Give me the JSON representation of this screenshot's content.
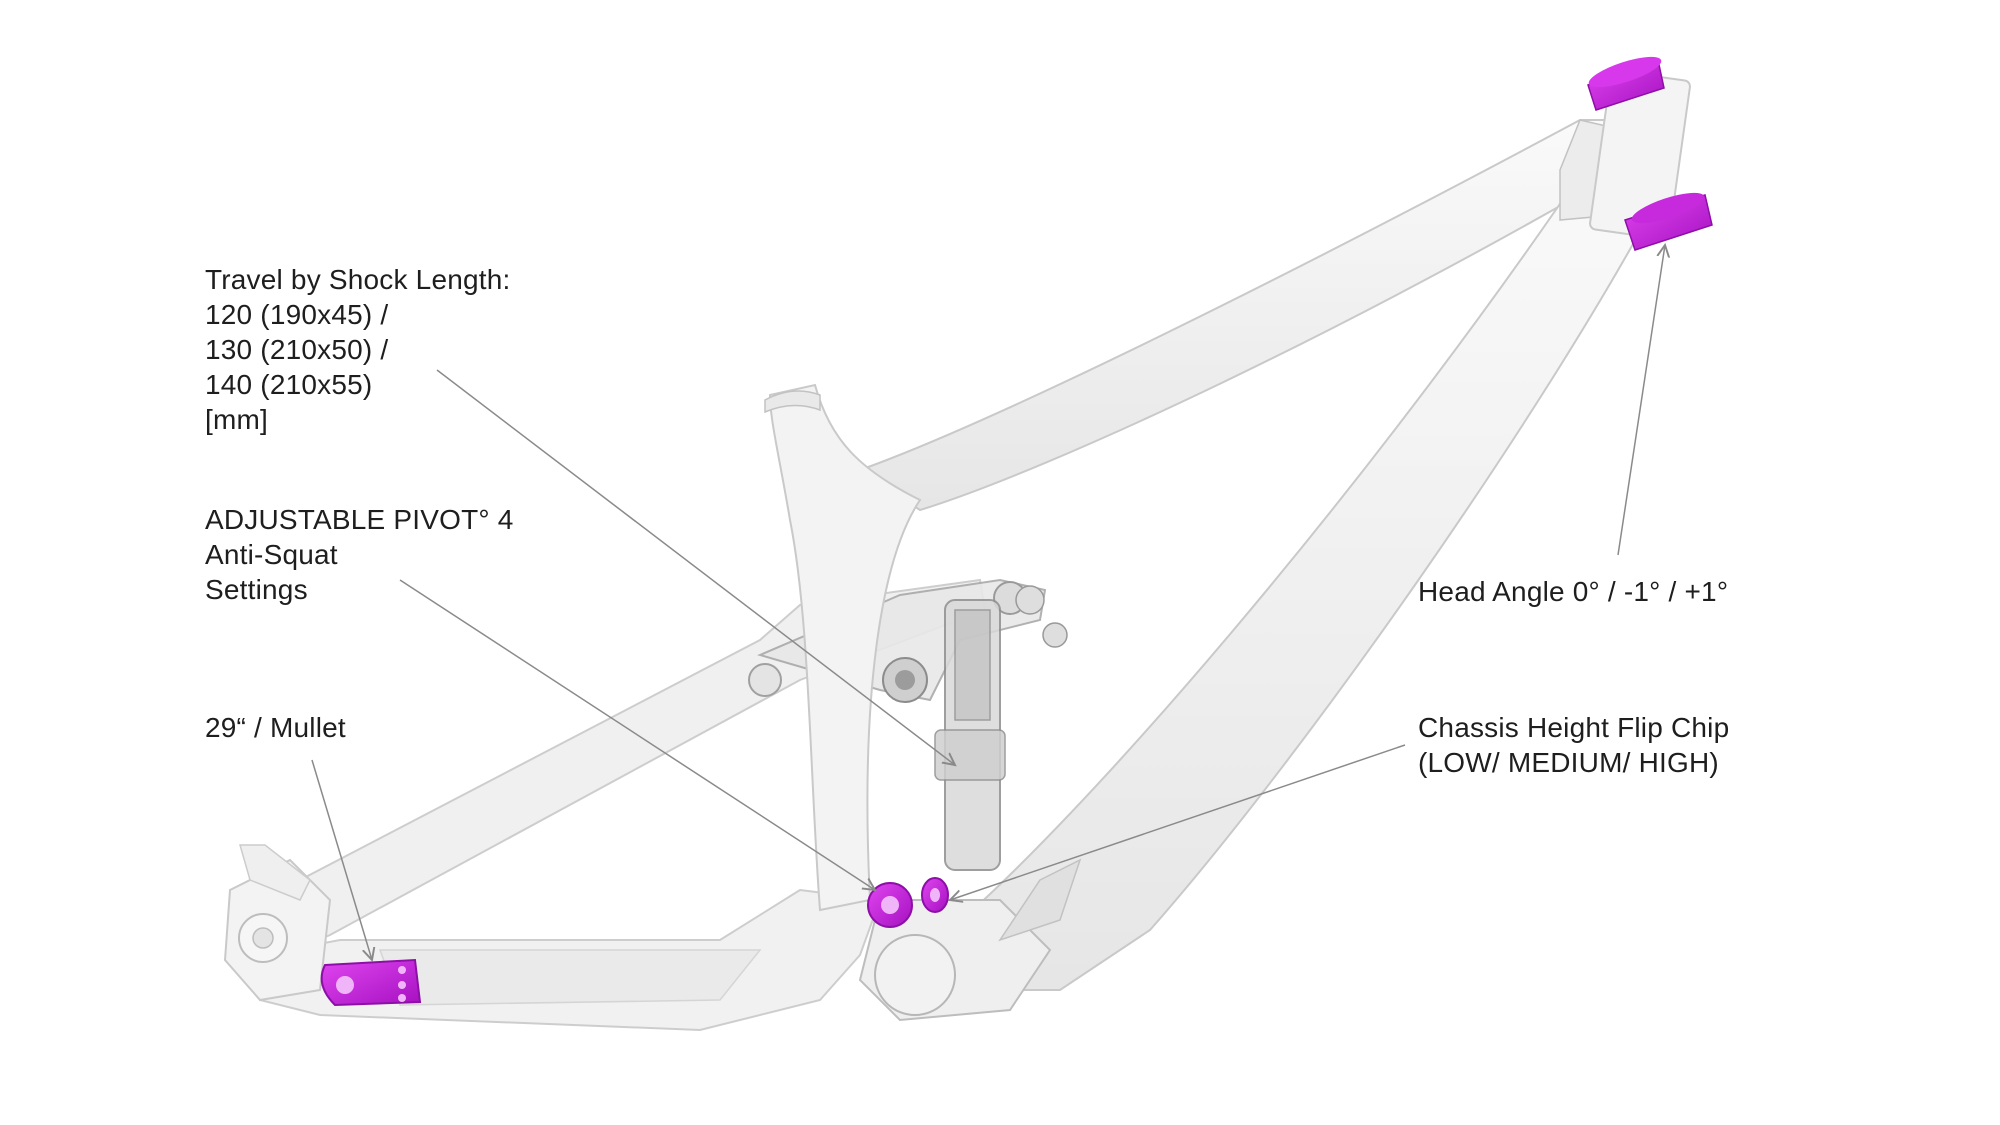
{
  "colors": {
    "background": "#ffffff",
    "frame_fill": "#f1f1f1",
    "frame_outline": "#c9c9c9",
    "accent_purple": "#c020d8",
    "callout_line": "#8a8a8a",
    "text": "#1e1e1e"
  },
  "callouts": {
    "travel": {
      "line1": "Travel by Shock Length:",
      "line2": "120 (190x45) /",
      "line3": "130 (210x50) /",
      "line4": "140 (210x55)",
      "line5": "[mm]"
    },
    "pivot": {
      "line1": "ADJUSTABLE PIVOT° 4",
      "line2": "Anti-Squat",
      "line3": "Settings"
    },
    "wheel": {
      "line1": "29“ / Mullet"
    },
    "head_angle": {
      "line1": "Head Angle 0° / -1° / +1°"
    },
    "flip_chip": {
      "line1": "Chassis Height Flip Chip",
      "line2": "(LOW/ MEDIUM/ HIGH)"
    }
  }
}
